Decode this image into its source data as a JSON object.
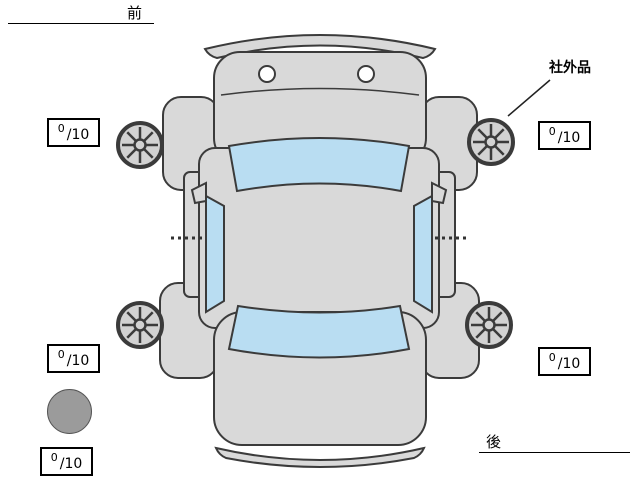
{
  "labels": {
    "front": "前",
    "rear": "後",
    "aftermarket_part": "社外品"
  },
  "tread": {
    "front_left": {
      "value": "0",
      "max": "/10"
    },
    "front_right": {
      "value": "0",
      "max": "/10"
    },
    "rear_left": {
      "value": "0",
      "max": "/10"
    },
    "rear_right": {
      "value": "0",
      "max": "/10"
    },
    "spare": {
      "value": "0",
      "max": "/10"
    }
  },
  "colors": {
    "background": "#ffffff",
    "body_fill": "#d9d9d9",
    "glass_fill": "#b9ddf2",
    "outline": "#3b3b3b",
    "spare_tire_fill": "#9b9b9b"
  }
}
